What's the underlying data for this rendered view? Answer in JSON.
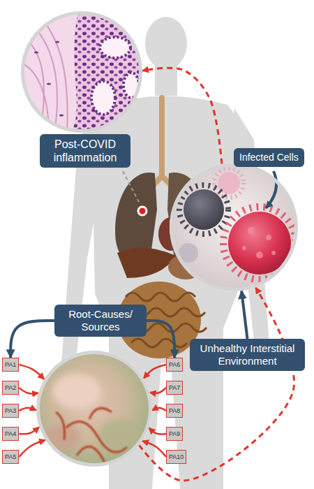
{
  "diagram": {
    "nodes": [
      {
        "text": [
          "Post-COVID inflammation"
        ]
      },
      {
        "text": [
          "Infected Cells"
        ]
      },
      {
        "text": [
          "Root-Causes/ Sources"
        ]
      },
      {
        "text": [
          "Unhealthy Interstitial Environment"
        ]
      },
      {
        "text": [
          "PA1"
        ]
      },
      {
        "text": [
          "PA2"
        ]
      },
      {
        "text": [
          "PA3"
        ]
      },
      {
        "text": [
          "PA4"
        ]
      },
      {
        "text": [
          "PA5"
        ]
      },
      {
        "text": [
          "PA6"
        ]
      },
      {
        "text": [
          "PA7"
        ]
      },
      {
        "text": [
          "PA8"
        ]
      },
      {
        "text": [
          "PA9"
        ]
      },
      {
        "text": [
          "PA10"
        ]
      }
    ],
    "edges": [
      {
        "from": 1,
        "to": 0,
        "arrow": "to"
      },
      {
        "from": 2,
        "to": 4,
        "arrow": "to"
      },
      {
        "from": 2,
        "to": 9,
        "arrow": "to"
      },
      {
        "from": 3,
        "to": 1,
        "arrow": "to"
      },
      {
        "from": 3,
        "to": 1,
        "arrow": "to"
      },
      {
        "from": 4,
        "to": 3,
        "arrow": "to"
      },
      {
        "from": 5,
        "to": 3,
        "arrow": "to"
      },
      {
        "from": 6,
        "to": 3,
        "arrow": "to"
      },
      {
        "from": 7,
        "to": 3,
        "arrow": "to"
      },
      {
        "from": 8,
        "to": 3,
        "arrow": "to"
      },
      {
        "from": 9,
        "to": 3,
        "arrow": "to"
      },
      {
        "from": 10,
        "to": 3,
        "arrow": "to"
      },
      {
        "from": 11,
        "to": 3,
        "arrow": "to"
      },
      {
        "from": 12,
        "to": 3,
        "arrow": "to"
      },
      {
        "from": 13,
        "to": 3,
        "arrow": "to"
      }
    ]
  }
}
